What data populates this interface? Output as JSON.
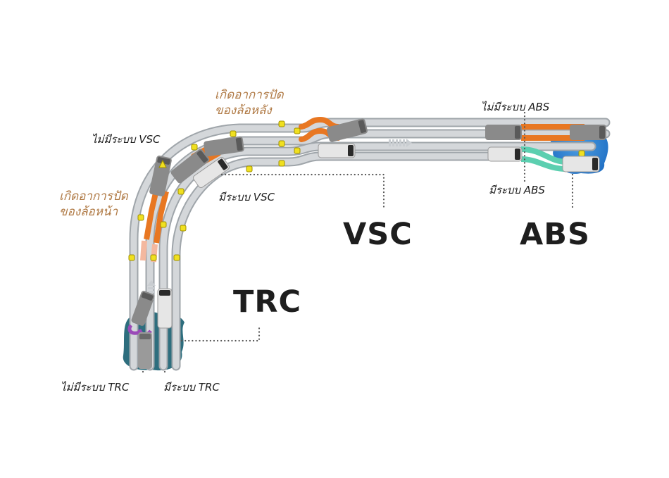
{
  "diagram": {
    "systems": {
      "vsc": {
        "title": "VSC",
        "without": "ไม่มีระบบ VSC",
        "with": "มีระบบ VSC"
      },
      "abs": {
        "title": "ABS",
        "without": "ไม่มีระบบ ABS",
        "with": "มีระบบ ABS"
      },
      "trc": {
        "title": "TRC",
        "without": "ไม่มีระบบ TRC",
        "with": "มีระบบ TRC"
      }
    },
    "phenomena": {
      "rear_skid_line1": "เกิดอาการปัด",
      "rear_skid_line2": "ของล้อหลัง",
      "front_skid_line1": "เกิดอาการปัด",
      "front_skid_line2": "ของล้อหน้า"
    },
    "colors": {
      "road": "#c9cdd1",
      "road_edge": "#9fa5aa",
      "skid_orange": "#e87722",
      "skid_light": "#f4b89f",
      "abs_teal": "#5ccfb0",
      "water_blue": "#2f80d0",
      "mud_teal": "#2e6e7e",
      "trc_purple": "#9b4bb8",
      "marker_yellow": "#f0e020",
      "car_gray": "#8a8a8a",
      "car_white": "#e6e6e6",
      "label_brown": "#b07a45",
      "text_dark": "#1b1b1b"
    }
  }
}
